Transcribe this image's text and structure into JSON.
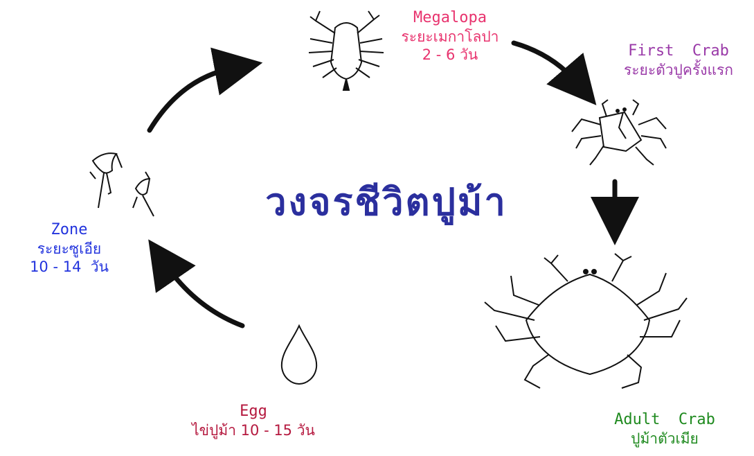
{
  "title": "วงจรชีวิตปูม้า",
  "stages": {
    "megalopa": {
      "name": "Megalopa",
      "thai": "ระยะเมกาโลปา",
      "duration": "2 - 6 วัน",
      "color": "#e8336e"
    },
    "first_crab": {
      "name": "First  Crab",
      "thai": "ระยะตัวปูครั้งแรก",
      "color": "#9a3aa8"
    },
    "adult_crab": {
      "name": "Adult  Crab",
      "thai": "ปูม้าตัวเมีย",
      "color": "#1f8a1f"
    },
    "egg": {
      "name": "Egg",
      "thai": "ไข่ปูม้า 10 - 15 วัน",
      "color": "#b5193f"
    },
    "zoea": {
      "name": "Zone",
      "thai": "ระยะซูเอีย",
      "duration": "10 - 14  วัน",
      "color": "#2233dd"
    }
  }
}
